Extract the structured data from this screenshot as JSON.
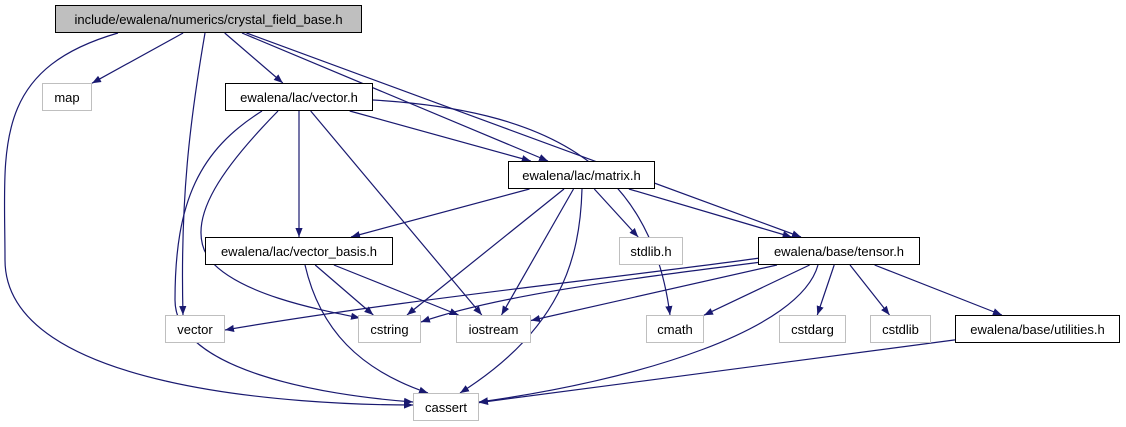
{
  "colors": {
    "edge": "#191970",
    "root_fill": "#bfbfbf",
    "system_border": "#bfbfbf",
    "local_border": "#000000"
  },
  "nodes": {
    "root": {
      "label": "include/ewalena/numerics/crystal_field_base.h",
      "kind": "root"
    },
    "map": {
      "label": "map",
      "kind": "system"
    },
    "vector_h": {
      "label": "ewalena/lac/vector.h",
      "kind": "local"
    },
    "matrix_h": {
      "label": "ewalena/lac/matrix.h",
      "kind": "local"
    },
    "vector_basis_h": {
      "label": "ewalena/lac/vector_basis.h",
      "kind": "local"
    },
    "stdlib_h": {
      "label": "stdlib.h",
      "kind": "system"
    },
    "tensor_h": {
      "label": "ewalena/base/tensor.h",
      "kind": "local"
    },
    "vector": {
      "label": "vector",
      "kind": "system"
    },
    "cstring": {
      "label": "cstring",
      "kind": "system"
    },
    "iostream": {
      "label": "iostream",
      "kind": "system"
    },
    "cmath": {
      "label": "cmath",
      "kind": "system"
    },
    "cstdarg": {
      "label": "cstdarg",
      "kind": "system"
    },
    "cstdlib": {
      "label": "cstdlib",
      "kind": "system"
    },
    "utilities_h": {
      "label": "ewalena/base/utilities.h",
      "kind": "local"
    },
    "cassert": {
      "label": "cassert",
      "kind": "system"
    }
  },
  "edges": [
    [
      "root",
      "map"
    ],
    [
      "root",
      "vector_h"
    ],
    [
      "root",
      "vector"
    ],
    [
      "root",
      "cassert"
    ],
    [
      "root",
      "matrix_h"
    ],
    [
      "root",
      "tensor_h"
    ],
    [
      "vector_h",
      "matrix_h"
    ],
    [
      "vector_h",
      "vector_basis_h"
    ],
    [
      "vector_h",
      "cstring"
    ],
    [
      "vector_h",
      "iostream"
    ],
    [
      "vector_h",
      "cassert"
    ],
    [
      "vector_h",
      "cmath"
    ],
    [
      "matrix_h",
      "vector_basis_h"
    ],
    [
      "matrix_h",
      "stdlib_h"
    ],
    [
      "matrix_h",
      "tensor_h"
    ],
    [
      "matrix_h",
      "cstring"
    ],
    [
      "matrix_h",
      "iostream"
    ],
    [
      "matrix_h",
      "cassert"
    ],
    [
      "vector_basis_h",
      "cstring"
    ],
    [
      "vector_basis_h",
      "iostream"
    ],
    [
      "vector_basis_h",
      "cassert"
    ],
    [
      "tensor_h",
      "vector"
    ],
    [
      "tensor_h",
      "cstring"
    ],
    [
      "tensor_h",
      "iostream"
    ],
    [
      "tensor_h",
      "cmath"
    ],
    [
      "tensor_h",
      "cstdarg"
    ],
    [
      "tensor_h",
      "cstdlib"
    ],
    [
      "tensor_h",
      "utilities_h"
    ],
    [
      "tensor_h",
      "cassert"
    ],
    [
      "utilities_h",
      "cassert"
    ]
  ]
}
